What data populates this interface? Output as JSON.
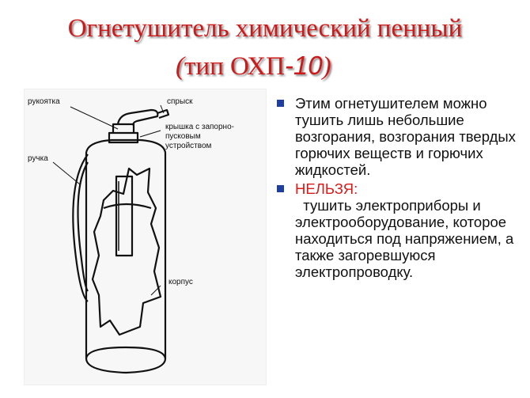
{
  "title": {
    "line1": "Огнетушитель  химический  пенный",
    "line2_open": "(",
    "line2_text": "тип  ОХП",
    "line2_num": "-10",
    "line2_close": ")"
  },
  "diagram": {
    "labels": {
      "handle_top": "рукоятка",
      "sprayer": "спрыск",
      "cap1": "крышка с запорно-",
      "cap2": "пусковым",
      "cap3": "устройством",
      "handle_side": "ручка",
      "body": "корпус"
    }
  },
  "bullets": {
    "item1": "Этим огнетушителем можно тушить лишь небольшие возгорания, возгорания твердых горючих веществ и горючих жидкостей.",
    "item2_label": "НЕЛЬЗЯ:",
    "item2_text": "  тушить электроприборы и электрооборудование, которое находиться под напряжением, а также загоревшуюся электропроводку.",
    "bullet_color": "#1f3f9e",
    "title_color": "#cc1a1a"
  }
}
